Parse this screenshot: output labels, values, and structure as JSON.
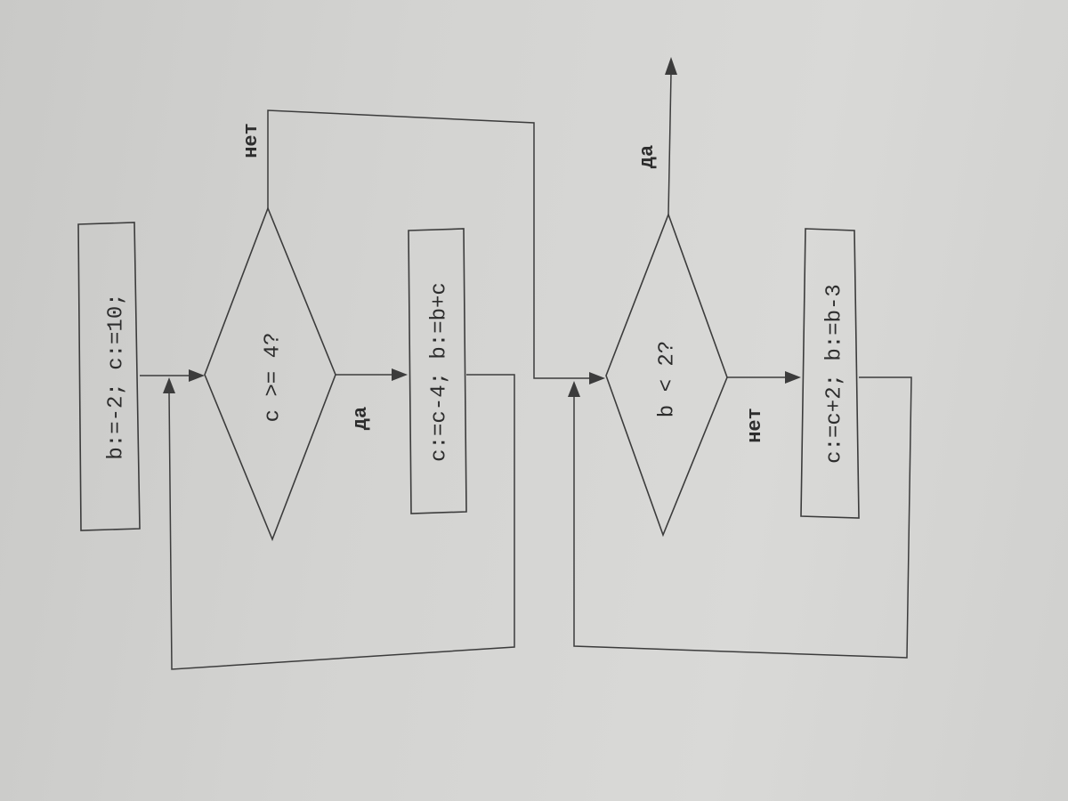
{
  "blocks": {
    "init": "b:=-2; c:=10;",
    "cond1": "c >= 4?",
    "body1": "c:=c-4; b:=b+c",
    "cond2": "b < 2?",
    "body2": "c:=c+2; b:=b-3"
  },
  "labels": {
    "cond1_yes": "да",
    "cond1_no": "нет",
    "cond2_yes": "да",
    "cond2_no": "нет"
  }
}
